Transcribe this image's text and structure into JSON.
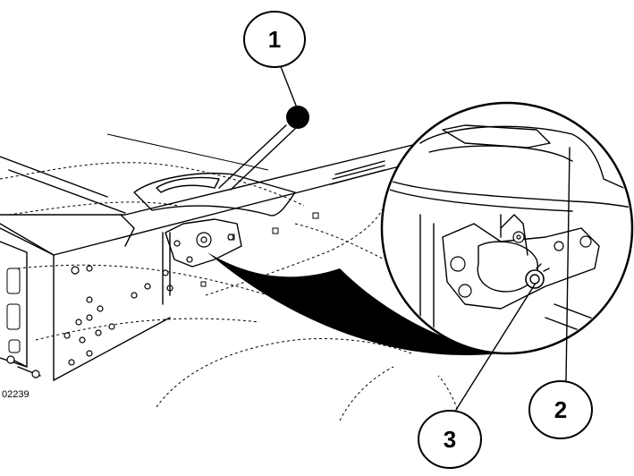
{
  "figure_id": "02239",
  "callouts": [
    {
      "number": "1"
    },
    {
      "number": "2"
    },
    {
      "number": "3"
    }
  ],
  "icons": {
    "callout-circle": "callout-circle-icon",
    "detail-magnifier": "magnifier-circle-icon"
  }
}
